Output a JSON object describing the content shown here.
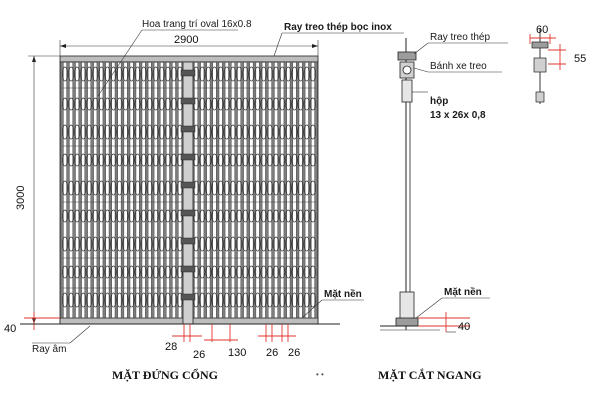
{
  "labels": {
    "hoa_trang_tri": "Hoa trang trí oval 16x0.8",
    "ray_treo_inox": "Ray treo thép bọc inox",
    "ray_treo_thep": "Ray treo thép",
    "banh_xe_treo": "Bánh xe treo",
    "hop_1": "hộp",
    "hop_2": "13 x 26x 0,8",
    "mat_nen_front": "Mặt nền",
    "mat_nen_side": "Mặt nền",
    "ray_am": "Ray âm"
  },
  "dimensions": {
    "width": "2900",
    "height": "3000",
    "base_front": "40",
    "base_side": "40",
    "d60": "60",
    "d55": "55",
    "d28": "28",
    "d26a": "26",
    "d130": "130",
    "d26b": "26",
    "d26c": "26"
  },
  "titles": {
    "front": "MẶT ĐỨNG CỔNG",
    "side": "MẶT CẮT NGANG"
  },
  "colors": {
    "line": "#222222",
    "dimension_red": "#e0342f",
    "bar_fill": "#8a8a8a"
  }
}
